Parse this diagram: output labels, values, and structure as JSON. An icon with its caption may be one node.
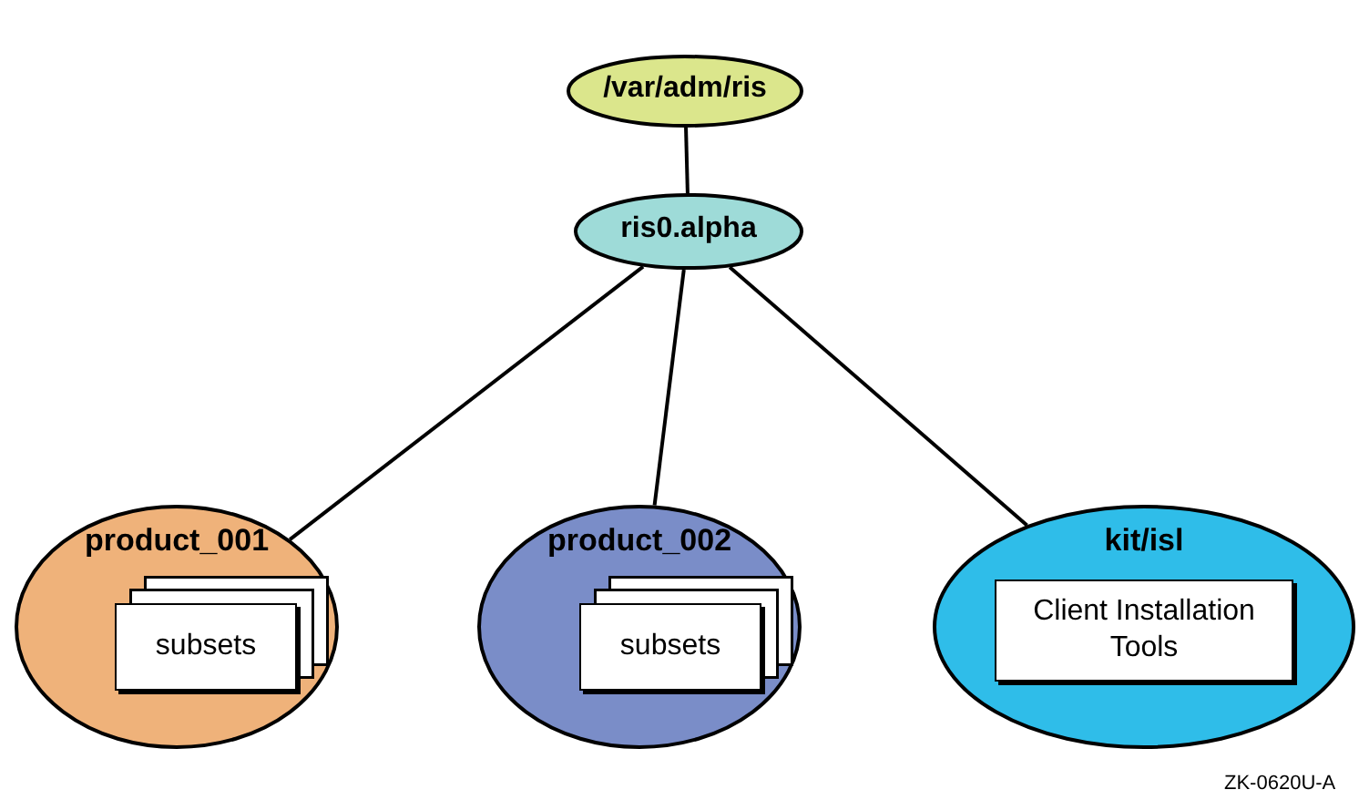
{
  "diagram": {
    "nodes": [
      {
        "text": [
          "/var/adm/ris"
        ]
      },
      {
        "text": [
          "ris0.alpha"
        ]
      },
      {
        "text": [
          "product_001"
        ]
      },
      {
        "text": [
          "subsets"
        ],
        "in": 2
      },
      {
        "text": [
          "product_002"
        ]
      },
      {
        "text": [
          "subsets"
        ],
        "in": 4
      },
      {
        "text": [
          "kit/isl"
        ]
      },
      {
        "text": [
          "Client Installation Tools"
        ],
        "in": 6
      }
    ],
    "edges": [
      {
        "from": 0,
        "to": 1,
        "arrow": "none"
      },
      {
        "from": 1,
        "to": 2,
        "arrow": "none"
      },
      {
        "from": 1,
        "to": 4,
        "arrow": "none"
      },
      {
        "from": 1,
        "to": 6,
        "arrow": "none"
      }
    ],
    "labels": [
      "ZK-0620U-A"
    ]
  }
}
